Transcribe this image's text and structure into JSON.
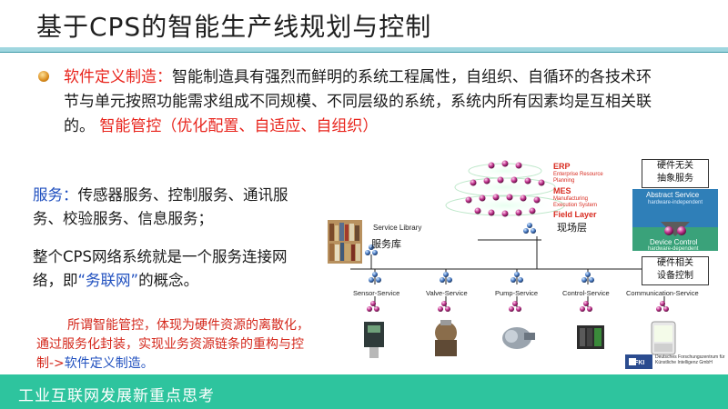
{
  "slide": {
    "title": "基于CPS的智能生产线规划与控制",
    "paragraph": {
      "term": "软件定义制造：",
      "body": "智能制造具有强烈而鲜明的系统工程属性，自组织、自循环的各技术环节与单元按照功能需求组成不同规模、不同层级的系统，系统内所有因素均是互相关联的。",
      "emphasis": "智能管控（优化配置、自适应、自组织）"
    },
    "services_block": {
      "term": "服务：",
      "text": "传感器服务、控制服务、通讯服务、校验服务、信息服务；"
    },
    "network_block": {
      "prefix": "整个CPS网络系统就是一个服务连接网络，即",
      "highlight": "“务联网”",
      "suffix": "的概念。"
    },
    "note": {
      "text": "所谓智能管控，体现为硬件资源的离散化，通过服务化封装，实现业务资源链条的重构与控制->",
      "highlight": "软件定义制造。"
    },
    "footer": "工业互联网发展新重点思考"
  },
  "diagram": {
    "erp": "ERP",
    "erp_sub": "Enterprise Resource Planning",
    "mes": "MES",
    "mes_sub": "Manufacturing Execution System",
    "field": "Field Layer",
    "field_cn": "现场层",
    "service_library": "Service Library",
    "service_library_cn": "服务库",
    "services": [
      "Sensor-Service",
      "Valve-Service",
      "Pump-Service",
      "Control-Service",
      "Communication-Service"
    ],
    "hw_independent_cn": "硬件无关\n抽象服务",
    "abstract_service": "Abstract Service",
    "abstract_sub": "hardware-independent",
    "device_control": "Device Control",
    "device_sub": "hardware-dependent",
    "hw_dependent_cn": "硬件相关\n设备控制",
    "dfki": "DFKI",
    "dfki_text": "Deutsches Forschungszentrum für Künstliche Intelligenz GmbH"
  },
  "colors": {
    "accent_red": "#e8241c",
    "link_blue": "#1f4fbf",
    "footer_green": "#2ec49e",
    "device_green": "#3aa27a"
  }
}
